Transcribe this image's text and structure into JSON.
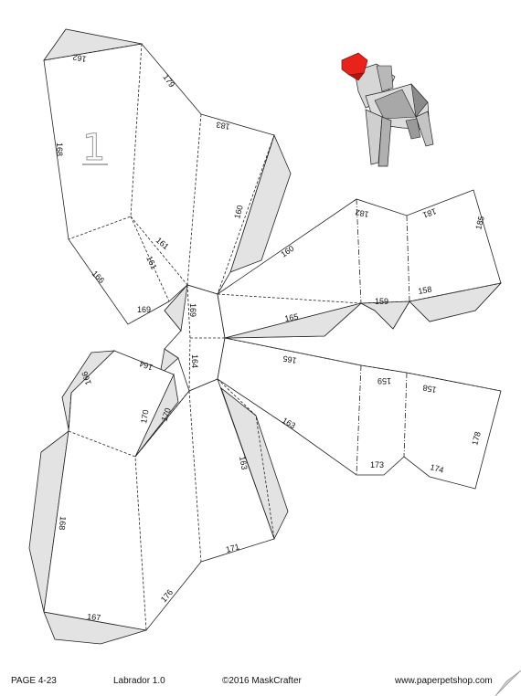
{
  "part_number": "1",
  "footer": {
    "page": "PAGE 4-23",
    "model": "Labrador 1.0",
    "copyright": "©2016 MaskCrafter",
    "website": "www.paperpetshop.com"
  },
  "edge_labels": {
    "e162": "162",
    "e179": "179",
    "e183": "183",
    "e168a": "168",
    "e160a": "160",
    "e161a": "161",
    "e161b": "161",
    "e166a": "166",
    "e169a": "169",
    "e169b": "169",
    "e164a": "164",
    "e160b": "160",
    "e182a": "182",
    "e181a": "181",
    "e185": "185",
    "e159a": "159",
    "e158a": "158",
    "e165a": "165",
    "e165b": "165",
    "e159b": "159",
    "e158b": "158",
    "e163a": "163",
    "e178": "178",
    "e173": "173",
    "e174": "174",
    "e164b": "164",
    "e166b": "166",
    "e170a": "170",
    "e170b": "170",
    "e168b": "168",
    "e163b": "163",
    "e171": "171",
    "e176": "176",
    "e167": "167"
  },
  "colors": {
    "tab_fill": "#e3e3e3",
    "model_face": "#e0e0e0",
    "model_accent": "#e8231c"
  },
  "model_preview": {
    "subject": "low-poly labrador dog",
    "icon": "dog-icon"
  }
}
